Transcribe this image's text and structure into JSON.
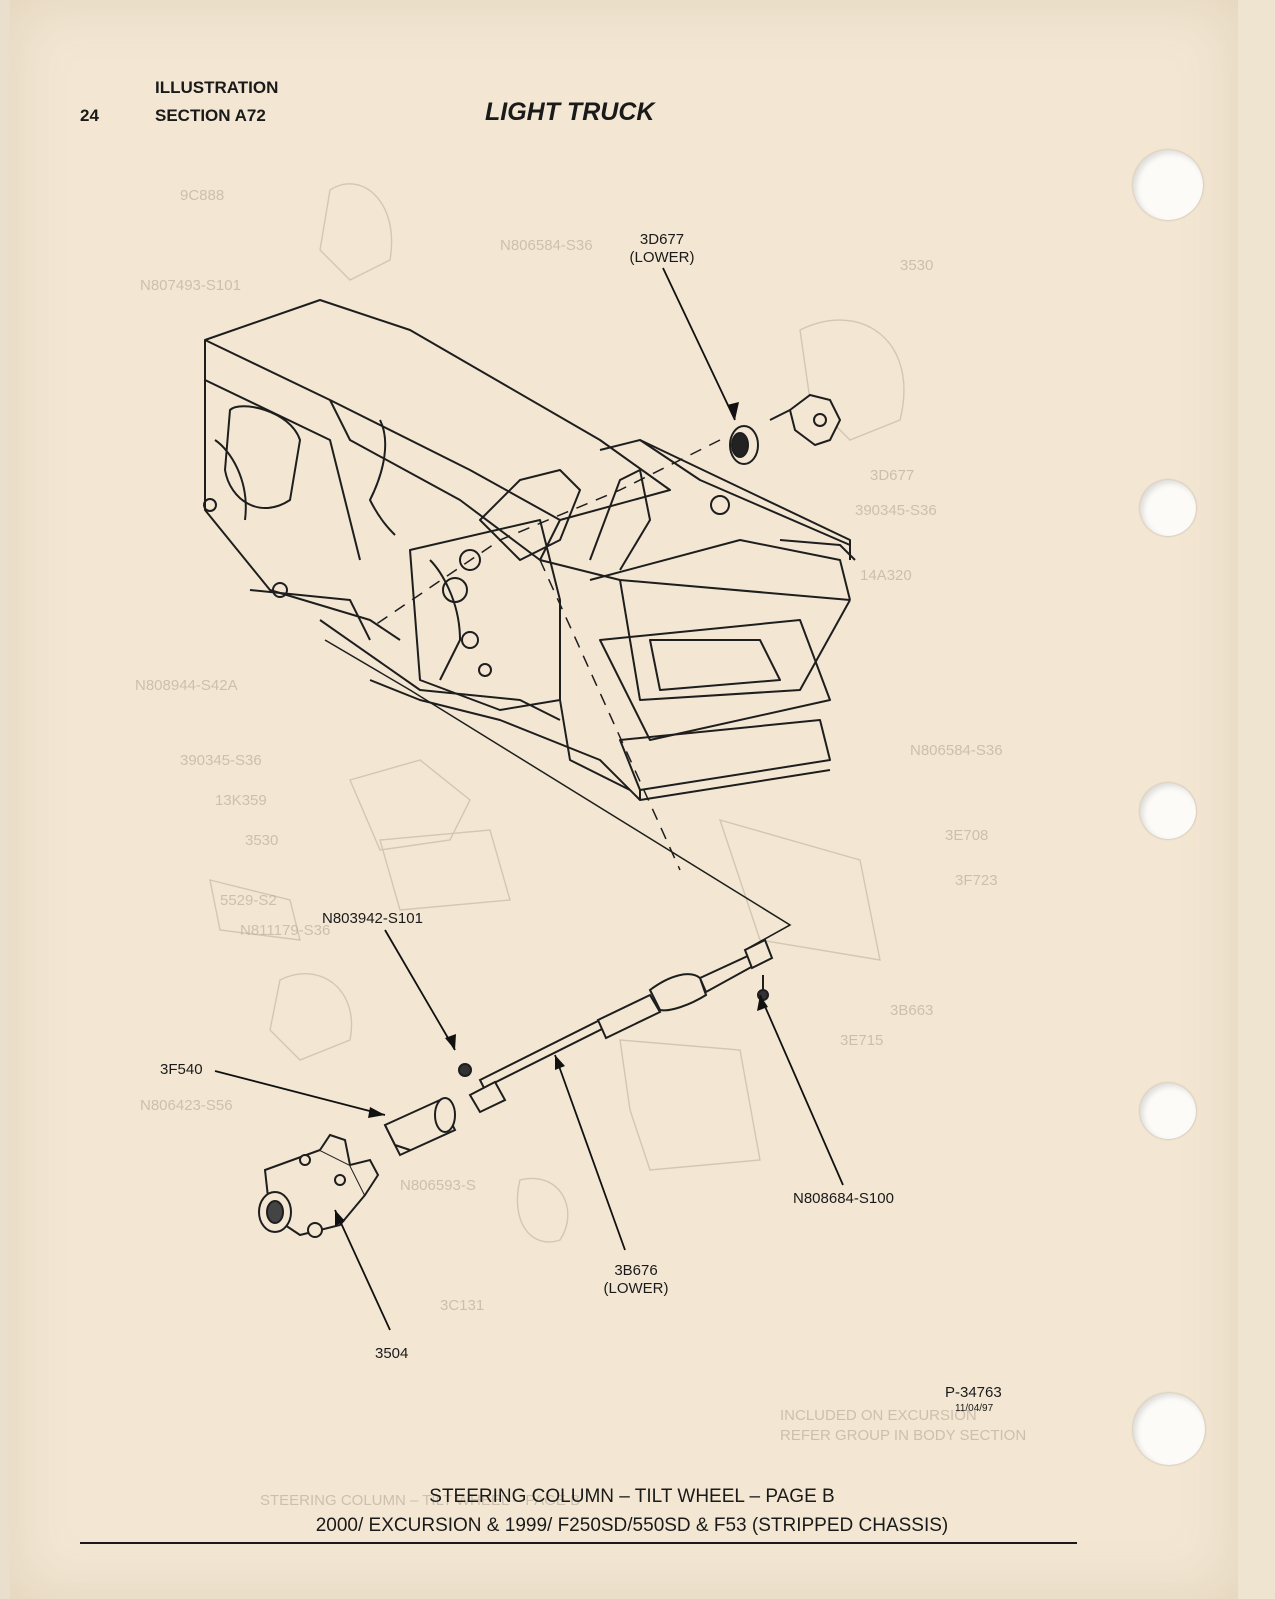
{
  "header": {
    "page_number": "24",
    "illustration": "ILLUSTRATION",
    "section": "SECTION A72",
    "title": "LIGHT TRUCK"
  },
  "callouts": {
    "c3d677": [
      "3D677",
      "(LOWER)"
    ],
    "n803942": "N803942-S101",
    "c3f540": "3F540",
    "n808684": "N808684-S100",
    "c3b676": [
      "3B676",
      "(LOWER)"
    ],
    "c3504": "3504"
  },
  "figure_ref": {
    "number": "P-34763",
    "date": "11/04/97"
  },
  "footer": {
    "line1": "STEERING COLUMN – TILT WHEEL – PAGE B",
    "line2": "2000/ EXCURSION & 1999/ F250SD/550SD & F53 (STRIPPED CHASSIS)"
  }
}
